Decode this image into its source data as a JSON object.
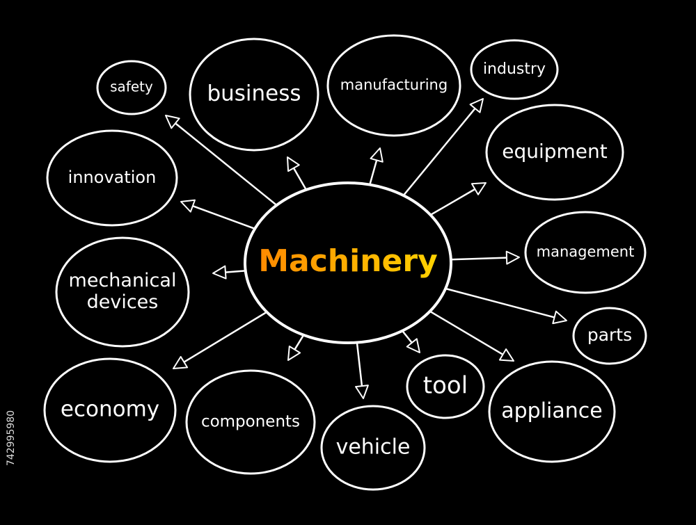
{
  "center": {
    "label": "Machinery",
    "gradient": [
      "#ff8a00",
      "#ffd200"
    ]
  },
  "nodes": [
    {
      "id": "safety",
      "label": "safety"
    },
    {
      "id": "business",
      "label": "business"
    },
    {
      "id": "manufacturing",
      "label": "manufacturing"
    },
    {
      "id": "industry",
      "label": "industry"
    },
    {
      "id": "equipment",
      "label": "equipment"
    },
    {
      "id": "innovation",
      "label": "innovation"
    },
    {
      "id": "management",
      "label": "management"
    },
    {
      "id": "mechanical-devices",
      "label": [
        "mechanical",
        "devices"
      ]
    },
    {
      "id": "parts",
      "label": "parts"
    },
    {
      "id": "economy",
      "label": "economy"
    },
    {
      "id": "components",
      "label": "components"
    },
    {
      "id": "vehicle",
      "label": "vehicle"
    },
    {
      "id": "tool",
      "label": "tool"
    },
    {
      "id": "appliance",
      "label": "appliance"
    }
  ],
  "colors": {
    "background": "#000000",
    "stroke": "#ffffff"
  },
  "side_id": "742995980"
}
